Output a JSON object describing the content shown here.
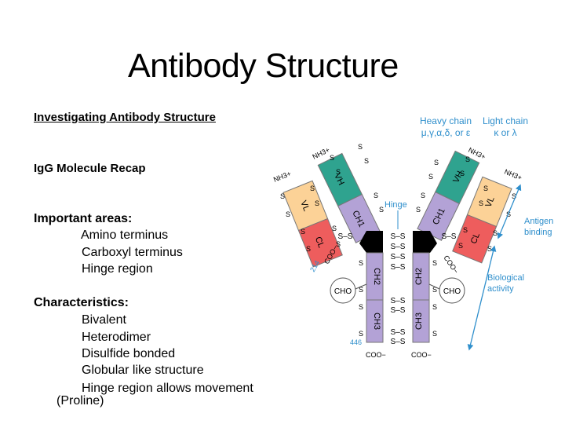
{
  "title": "Antibody Structure",
  "outline": {
    "heading": "Investigating Antibody Structure",
    "recap": "IgG Molecule Recap",
    "areas_heading": "Important areas:",
    "areas": [
      "Amino terminus",
      "Carboxyl terminus",
      "Hinge region"
    ],
    "characteristics_heading": "Characteristics:",
    "characteristics": [
      "Bivalent",
      "Heterodimer",
      "Disulfide bonded",
      "Globular like structure",
      "Hinge region allows movement"
    ],
    "characteristics_wrap": "(Proline)"
  },
  "diagram": {
    "heavy_chain_title": "Heavy chain",
    "heavy_chain_types": "μ,γ,α,δ, or ε",
    "light_chain_title": "Light chain",
    "light_chain_types": "κ or λ",
    "hinge": "Hinge",
    "antigen_binding": [
      "Antigen",
      "binding"
    ],
    "biological_activity": [
      "Biological",
      "activity"
    ],
    "vh": "VH",
    "ch1": "CH1",
    "ch2": "CH2",
    "ch3": "CH3",
    "vl": "VL",
    "cl": "CL",
    "nh3": "NH3+",
    "coo": "COO−",
    "cho": "CHO",
    "ss": "S–S",
    "s": "S",
    "residue_light": "214",
    "residue_heavy": "446",
    "colors": {
      "vh": "#2fa38f",
      "ch": "#b3a2d6",
      "vl": "#fcd297",
      "cl": "#ee5d5d",
      "hinge": "#000000",
      "label_blue": "#2f8fcc"
    }
  }
}
